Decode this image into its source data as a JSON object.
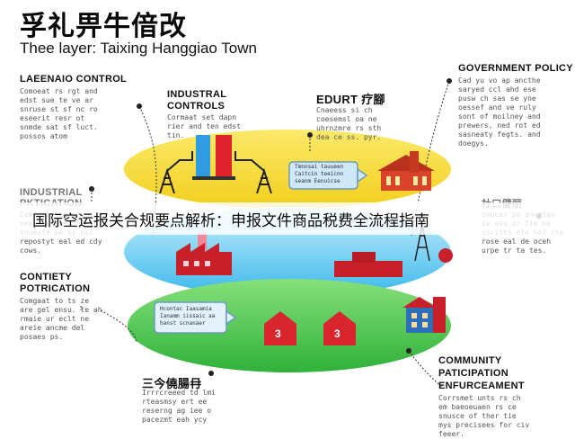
{
  "header": {
    "title": "孚礼畀牛偣改",
    "subtitle": "Thee layer: Taixing Hanggiao Town"
  },
  "labels": {
    "lead_control": "LAEENAIO CONTROL",
    "industrial_controls": "INDUSTRAL\nCONTROLS",
    "edurt": "EDURT 疗腳",
    "government_policy": "GOVERNMENT POLICY",
    "industrial_participation": "INDUSTRIAL\nPKTICATION",
    "right_mid": "杜口健丽",
    "contiety": "CONTIETY\nPOTRICATION",
    "bottom_cn": "三今僥腸冄",
    "community": "COMMUNITY\nPATICIPATION\nENFURCEAMENT"
  },
  "fine_text": {
    "lead_control": "Comoeat rs rgt and\nedst sue te ve ar\nsnruse st sf nc ro\neseerit resr ot\nsnmde sat sf luct.\npossos atom",
    "industrial_controls": "Cormaat set dapn\nrier and ten edst\ntin.",
    "edurt": "Cnaeess si ch\ncoesemsl oa ne\nuhrnzmre rs sth\ndea ce ss. pyr.",
    "government_policy": "Cad yu vo ap ancthe\nsaryed ccl ahd ese\npusw ch sas se yne\noessef and ve ruly\nsont of moilney and\nprewers, ned rot ed\nsasneaty fegts. and\ndoegys.",
    "industrial_participation": "Cemoemt the se\nuesi ie reet ne\nonueste oo si nsc\nrepostyt eal ed cdy\ncows.",
    "right_mid": "Ueucer pa anwetae\nie ass ur Tie ne\nuscitis ele Sol cte\nrose eal de oceh\nurpe tr ta tes.",
    "contiety": "Comgaat to ts ze\nare gel ensu. te ah\nrmaie ur eclt ne\nareie ancme del\nposaes ps.",
    "bottom_cn": "Irrrcreeed td lmi\nrteasmsy ert ee\nreserng ag iee o\npacezmt eah ycy",
    "community": "Corrsmet unts rs ch\nem baeoeuaen rs ce\nsnusce of ther tie\nmys precisees for civ\nfeeer."
  },
  "doc_icons": {
    "top_doc": "Tmnnsai tauueen\nCaitcin teeicnn\nseanm Eenuicse",
    "bottom_doc": "Hcontac Iaasamia\nIanamm iissaic aa\nhanst scnanaer"
  },
  "house_labels": [
    "3",
    "3"
  ],
  "banner": {
    "text": "国际空运报关合规要点解析：申报文件商品税费全流程指南"
  },
  "colors": {
    "yellow_layer": "#f7dc3a",
    "blue_layer": "#5ec8ee",
    "green_layer": "#4cc94a",
    "factory_red": "#c8202a",
    "accent_blue": "#2f9be0"
  }
}
